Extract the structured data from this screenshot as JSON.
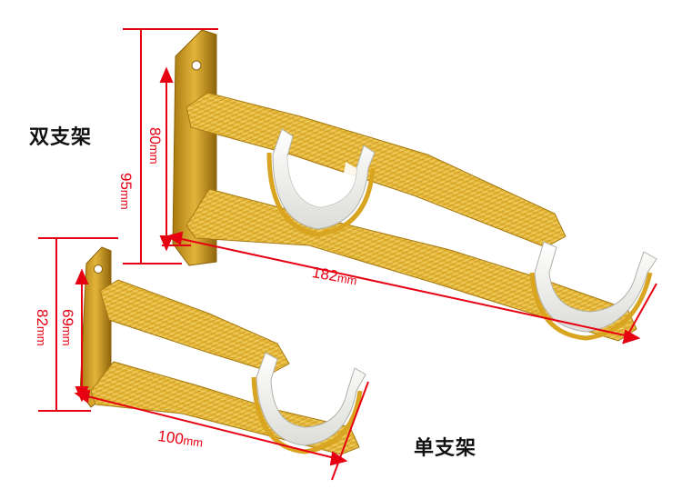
{
  "labels": {
    "double_bracket": "双支架",
    "single_bracket": "单支架"
  },
  "dimensions": {
    "double_total_height": "95",
    "double_inner_height": "80",
    "double_length": "182",
    "single_total_height": "82",
    "single_inner_height": "69",
    "single_length": "100",
    "unit": "mm"
  },
  "colors": {
    "dimension_line": "#e60012",
    "bracket_gold": "#d9a520",
    "holder_white": "#f4f4f2"
  }
}
